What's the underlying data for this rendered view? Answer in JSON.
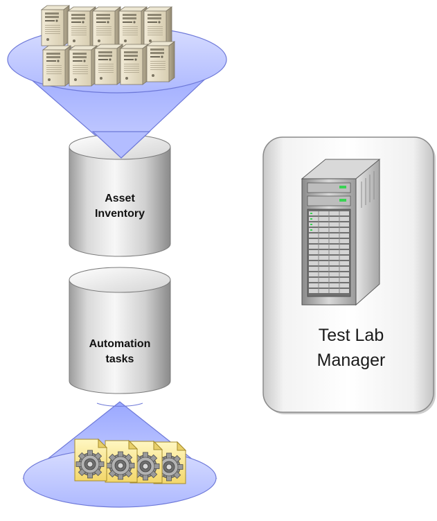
{
  "asset_inventory": {
    "line1": "Asset",
    "line2": "Inventory"
  },
  "automation_tasks": {
    "line1": "Automation",
    "line2": "tasks"
  },
  "test_lab_manager": {
    "line1": "Test Lab",
    "line2": "Manager"
  },
  "icons": {
    "servers": "tower-server-icon",
    "main_server": "rack-server-icon",
    "tasks": "gear-document-icon"
  },
  "colors": {
    "funnel_fill": "#a9b5ff",
    "funnel_stroke": "#6d78d8",
    "cylinder_light": "#f2f2f2",
    "cylinder_dark": "#8f8f8f",
    "panel_border": "#8a8a8a"
  }
}
